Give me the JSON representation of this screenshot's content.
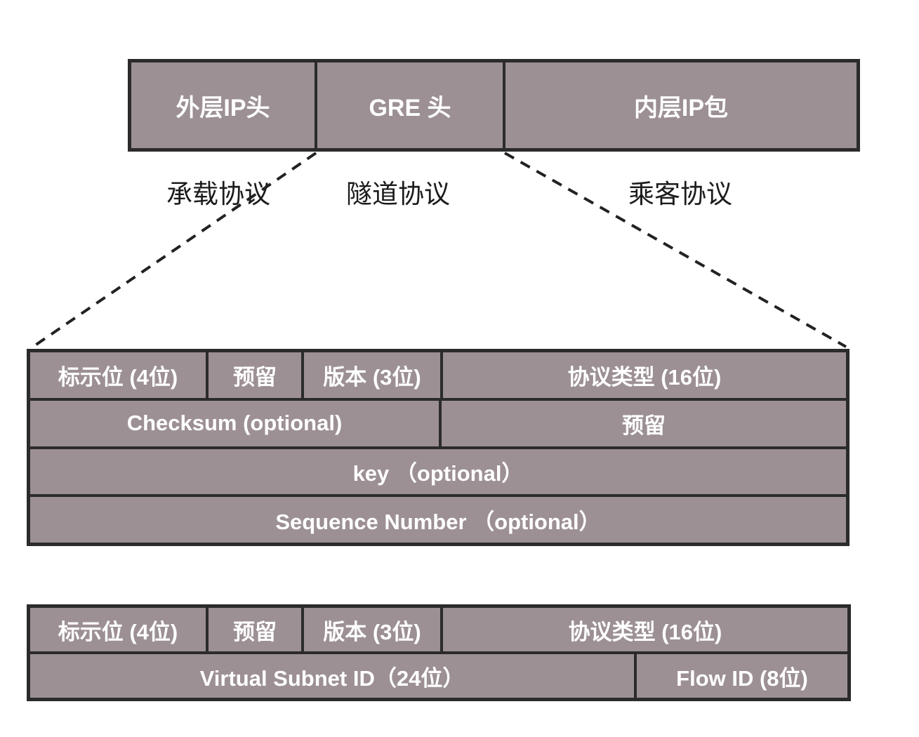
{
  "colors": {
    "cell_fill": "#9c9095",
    "border": "#2b2b2b",
    "cell_text": "#ffffff",
    "label_text": "#1c1c1c",
    "background": "#ffffff",
    "dash_line": "#222222"
  },
  "packet_overview": {
    "segments": [
      {
        "label": "外层IP头"
      },
      {
        "label": "GRE 头"
      },
      {
        "label": "内层IP包"
      }
    ],
    "protocol_labels": [
      {
        "label": "承载协议"
      },
      {
        "label": "隧道协议"
      },
      {
        "label": "乘客协议"
      }
    ]
  },
  "gre_header_table": {
    "row1": {
      "flags": "标示位 (4位)",
      "reserved": "预留",
      "version": "版本 (3位)",
      "protocol_type": "协议类型 (16位)"
    },
    "row2": {
      "checksum": "Checksum (optional)",
      "reserved": "预留"
    },
    "row3": {
      "key": "key （optional）"
    },
    "row4": {
      "sequence_number": "Sequence Number （optional）"
    }
  },
  "nvgre_header_table": {
    "row1": {
      "flags": "标示位 (4位)",
      "reserved": "预留",
      "version": "版本 (3位)",
      "protocol_type": "协议类型 (16位)"
    },
    "row2": {
      "virtual_subnet_id": "Virtual Subnet ID（24位）",
      "flow_id": "Flow ID (8位)"
    }
  }
}
